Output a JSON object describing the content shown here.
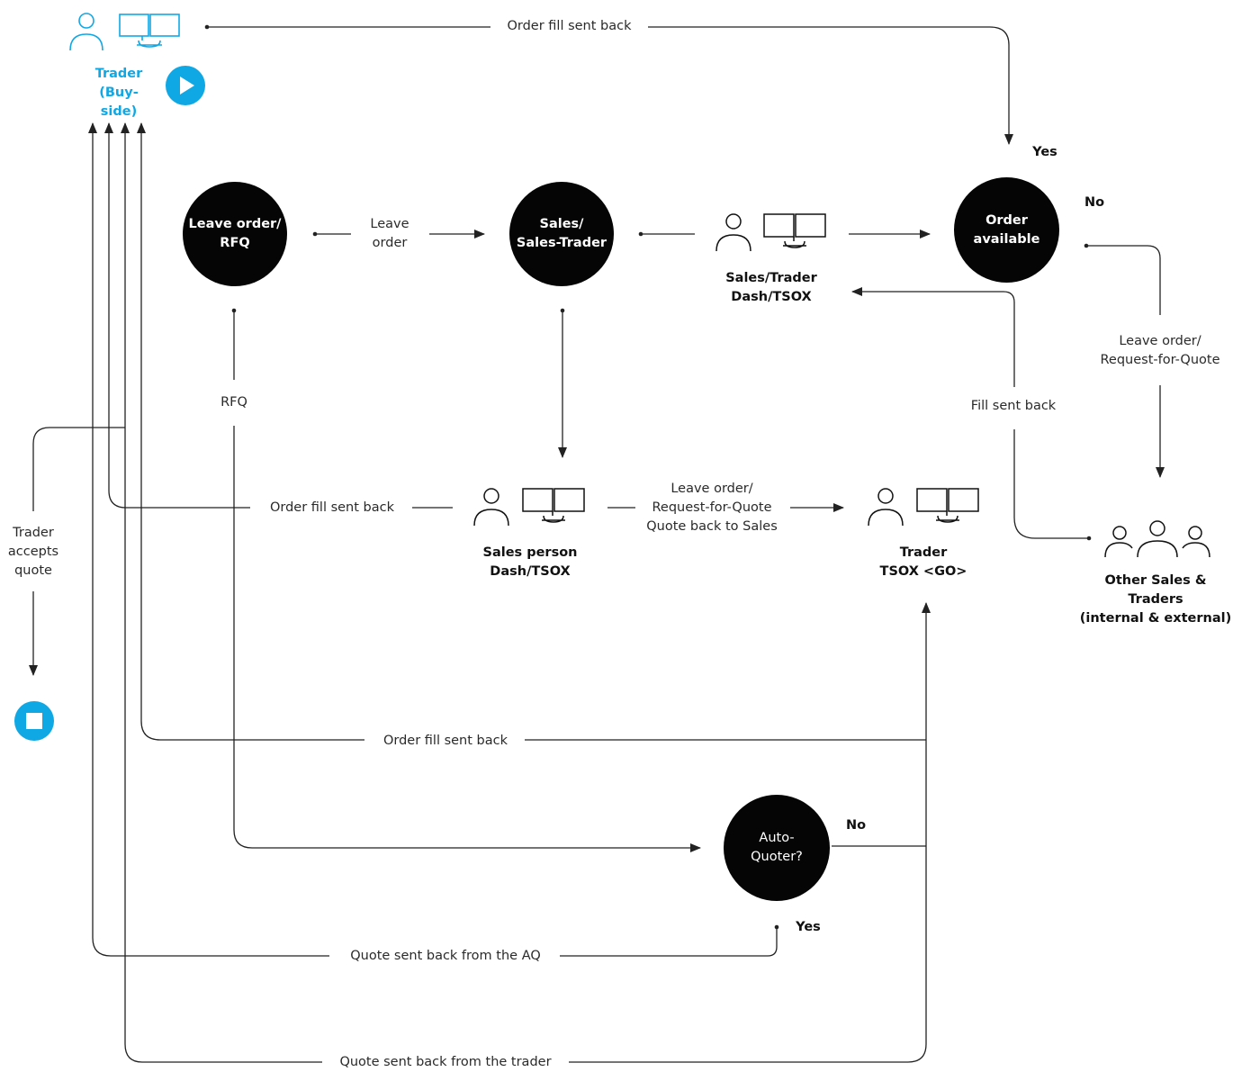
{
  "nodes": {
    "trader_buyside": "Trader\n(Buy-side)",
    "leave_order_rfq": "Leave order/\nRFQ",
    "sales_sales_trader": "Sales/\nSales-Trader",
    "order_available": "Order\navailable",
    "auto_quoter": "Auto-\nQuoter?",
    "sales_trader_dash": "Sales/Trader\nDash/TSOX",
    "sales_person_dash": "Sales person\nDash/TSOX",
    "trader_tsox_go": "Trader\nTSOX <GO>",
    "other_sales_traders": "Other Sales & Traders\n(internal & external)"
  },
  "edges": {
    "order_fill_top": "Order fill sent back",
    "leave_order": "Leave\norder",
    "yes_order_available": "Yes",
    "no_order_available": "No",
    "leave_order_rfq_right": "Leave order/\nRequest-for-Quote",
    "fill_sent_back": "Fill sent back",
    "rfq": "RFQ",
    "order_fill_mid": "Order fill sent back",
    "leave_order_rfq_mid": "Leave order/\nRequest-for-Quote\nQuote back to Sales",
    "trader_accepts_quote": "Trader\naccepts\nquote",
    "order_fill_low": "Order fill sent back",
    "no_auto_quoter": "No",
    "yes_auto_quoter": "Yes",
    "quote_back_aq": "Quote sent back from the AQ",
    "quote_back_trader": "Quote sent back from the trader"
  },
  "icons": {
    "start": "play-icon",
    "end": "stop-icon",
    "person_workstation": "person-with-dual-monitor-icon",
    "group": "group-of-people-icon"
  },
  "colors": {
    "accent": "#10a8e4",
    "node_fill": "#050505",
    "line": "#222222"
  }
}
